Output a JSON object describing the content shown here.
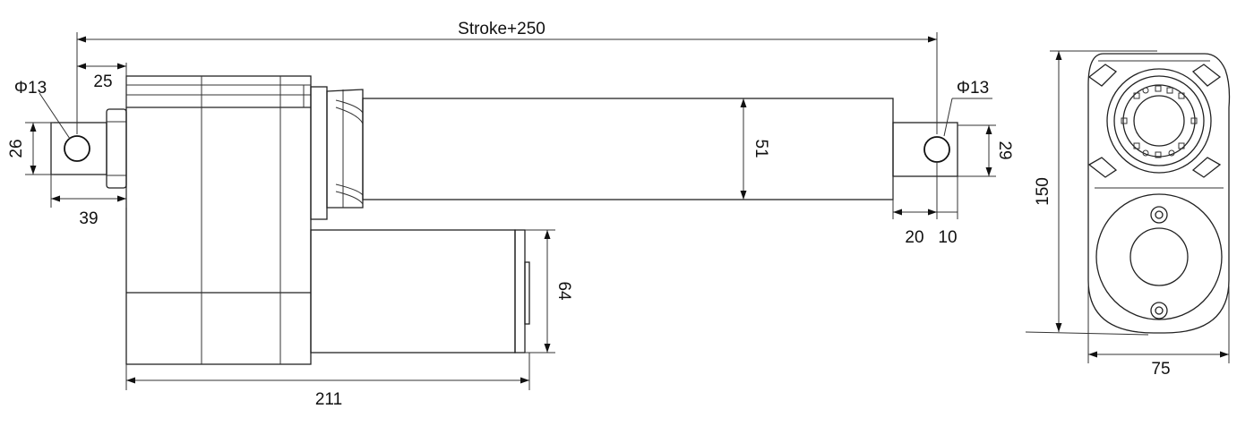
{
  "dimensions": {
    "overall_length": "Stroke+250",
    "rear_clevis_offset": "25",
    "rear_hole_diameter": "Φ13",
    "front_hole_diameter": "Φ13",
    "rear_clevis_height": "26",
    "rear_clevis_length": "39",
    "rod_tube_diameter": "51",
    "front_clevis_height": "29",
    "front_clevis_length": "20",
    "front_hole_offset": "10",
    "motor_diameter": "64",
    "motor_length": "211",
    "end_view_height": "150",
    "end_view_width": "75"
  }
}
